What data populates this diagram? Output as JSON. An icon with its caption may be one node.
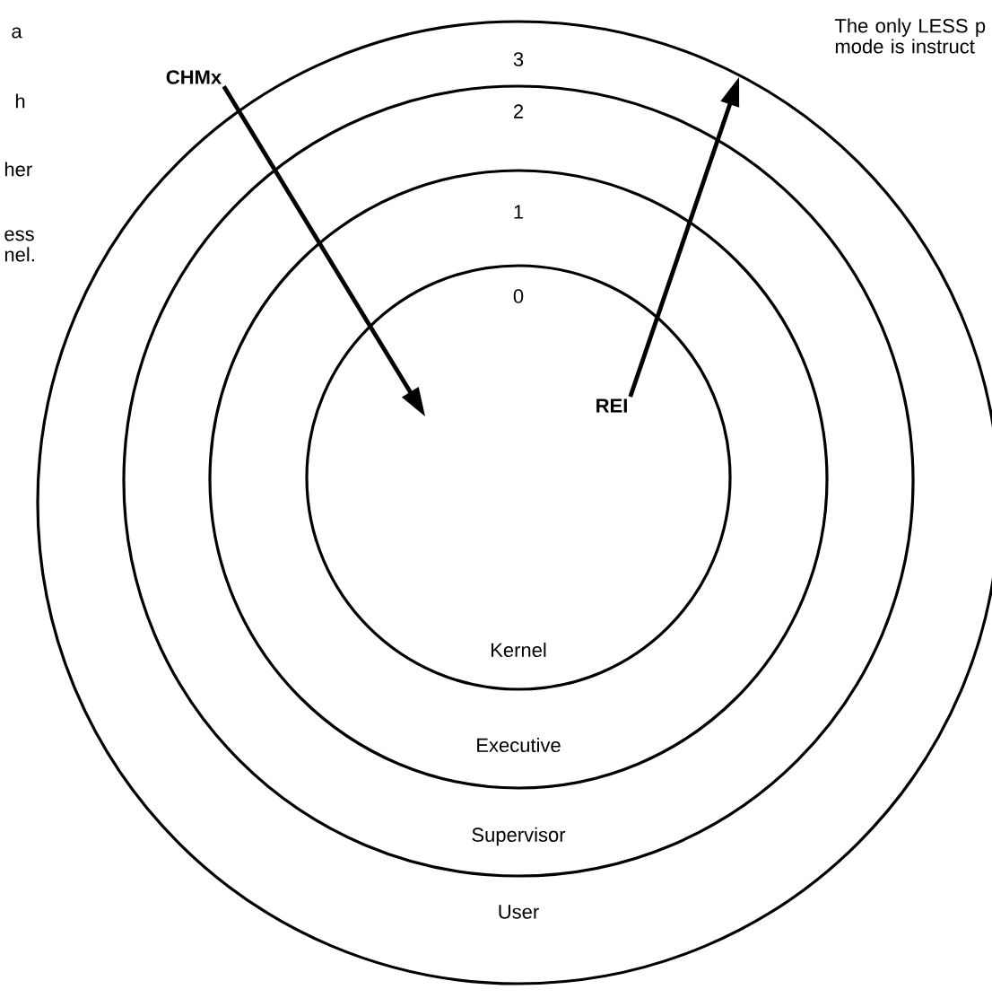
{
  "diagram": {
    "nodes": [
      {
        "text": [
          "3",
          "User"
        ]
      },
      {
        "text": [
          "2",
          "Supervisor"
        ],
        "in": 0
      },
      {
        "text": [
          "1",
          "Executive"
        ],
        "in": 1
      },
      {
        "text": [
          "0",
          "Kernel"
        ],
        "in": 2
      },
      {
        "text": [
          "CHMx"
        ]
      },
      {
        "text": [
          "REI"
        ],
        "in": 3
      }
    ],
    "edges": [
      {
        "from": 4,
        "to": 3,
        "arrow": "to"
      },
      {
        "from": 5,
        "to": 0,
        "arrow": "to"
      }
    ],
    "labels": [
      "a",
      "h",
      "her",
      "ess nel.",
      "The only LESS p mode is instruct"
    ]
  }
}
